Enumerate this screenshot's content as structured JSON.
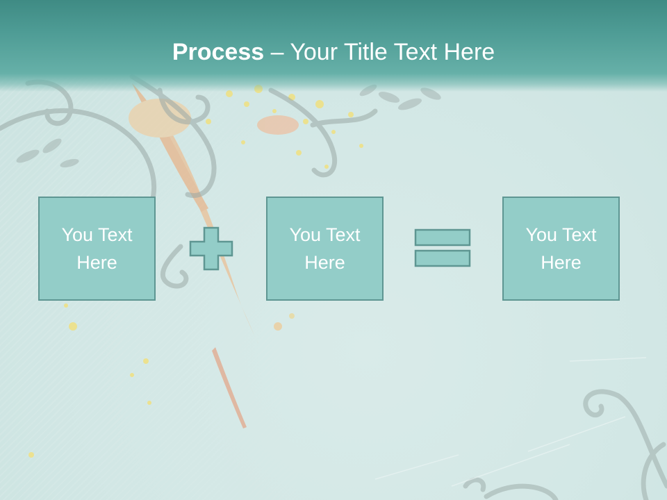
{
  "slide": {
    "title_bold": "Process",
    "title_rest": " – Your Title Text Here"
  },
  "process": {
    "boxes": [
      {
        "line1": "You Text",
        "line2": "Here"
      },
      {
        "line1": "You Text",
        "line2": "Here"
      },
      {
        "line1": "You Text",
        "line2": "Here"
      }
    ],
    "operators": [
      "plus-icon",
      "equals-icon"
    ]
  },
  "colors": {
    "title_bar": "#4e9c95",
    "box_fill": "#93cdc8",
    "box_border": "#5e9692",
    "background": "#d3e8e6"
  }
}
